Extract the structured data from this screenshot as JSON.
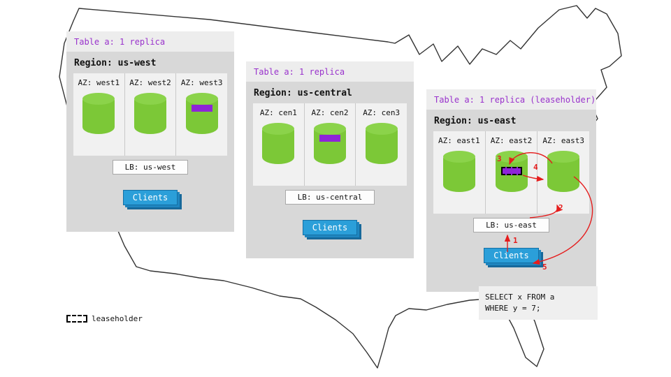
{
  "regions": {
    "west": {
      "table_label": "Table a: 1 replica",
      "region_label": "Region: us-west",
      "azs": [
        {
          "label": "AZ: west1",
          "replica": false
        },
        {
          "label": "AZ: west2",
          "replica": false
        },
        {
          "label": "AZ: west3",
          "replica": true
        }
      ],
      "replica_az": "west3",
      "lb_label": "LB: us-west",
      "clients_label": "Clients"
    },
    "central": {
      "table_label": "Table a: 1 replica",
      "region_label": "Region: us-central",
      "azs": [
        {
          "label": "AZ: cen1",
          "replica": false
        },
        {
          "label": "AZ: cen2",
          "replica": true
        },
        {
          "label": "AZ: cen3",
          "replica": false
        }
      ],
      "replica_az": "cen2",
      "lb_label": "LB: us-central",
      "clients_label": "Clients"
    },
    "east": {
      "table_label": "Table a: 1 replica (leaseholder)",
      "region_label": "Region: us-east",
      "azs": [
        {
          "label": "AZ: east1",
          "replica": false
        },
        {
          "label": "AZ: east2",
          "replica": true,
          "leaseholder": true
        },
        {
          "label": "AZ: east3",
          "replica": false
        }
      ],
      "replica_az": "east2",
      "lb_label": "LB: us-east",
      "clients_label": "Clients",
      "query": "SELECT x FROM a\nWHERE y = 7;"
    }
  },
  "annotations": {
    "steps": [
      "1",
      "2",
      "3",
      "4",
      "5"
    ]
  },
  "legend": {
    "label": "leaseholder"
  },
  "colors": {
    "panel_gray": "#d8d8d8",
    "header_gray": "#ededed",
    "table_label_purple": "#9932cc",
    "replica_purple": "#8e24d8",
    "cylinder_green": "#7cc837",
    "clients_blue": "#2b9fd9",
    "arrow_red": "#e51c1c"
  }
}
